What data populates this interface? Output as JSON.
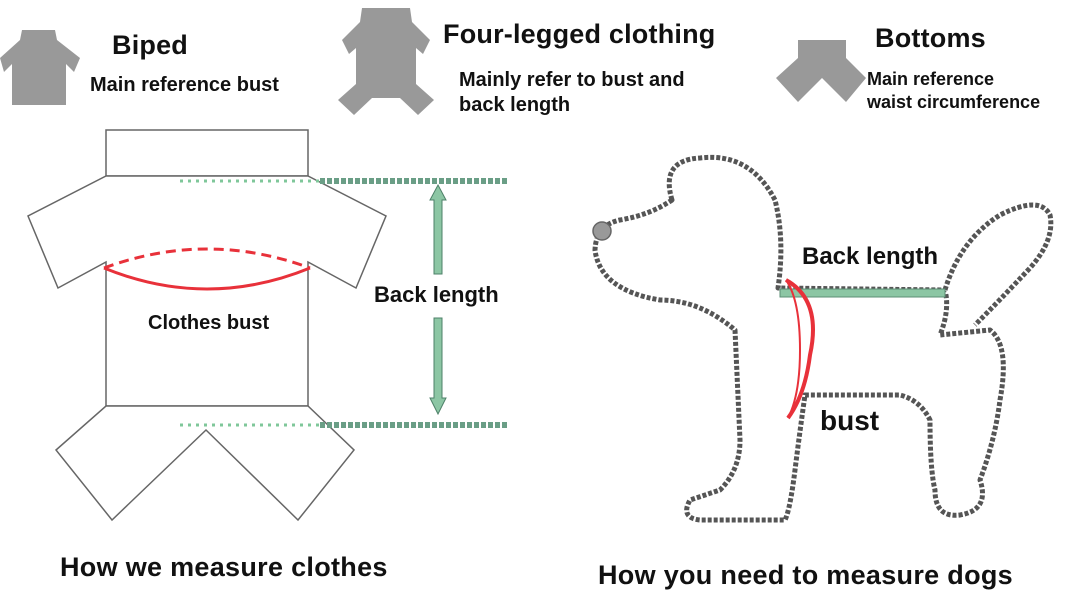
{
  "header": {
    "biped": {
      "title": "Biped",
      "subtitle": "Main reference bust",
      "icon": "biped-shirt-icon"
    },
    "four_legged": {
      "title": "Four-legged clothing",
      "subtitle_line1": "Mainly refer to bust and",
      "subtitle_line2": "back length",
      "icon": "four-legged-shirt-icon"
    },
    "bottoms": {
      "title": "Bottoms",
      "subtitle_line1": "Main reference",
      "subtitle_line2": "waist circumference",
      "icon": "bottoms-icon"
    }
  },
  "clothes_diagram": {
    "bust_label": "Clothes bust",
    "back_length_label": "Back length",
    "caption": "How we measure clothes"
  },
  "dog_diagram": {
    "back_length_label": "Back length",
    "bust_label": "bust",
    "caption": "How you need to measure dogs"
  },
  "colors": {
    "icon_gray": "#999999",
    "outline": "#555555",
    "bust_red": "#e8313a",
    "back_green": "#8cc6a4",
    "dots_green": "#6a9e86"
  }
}
